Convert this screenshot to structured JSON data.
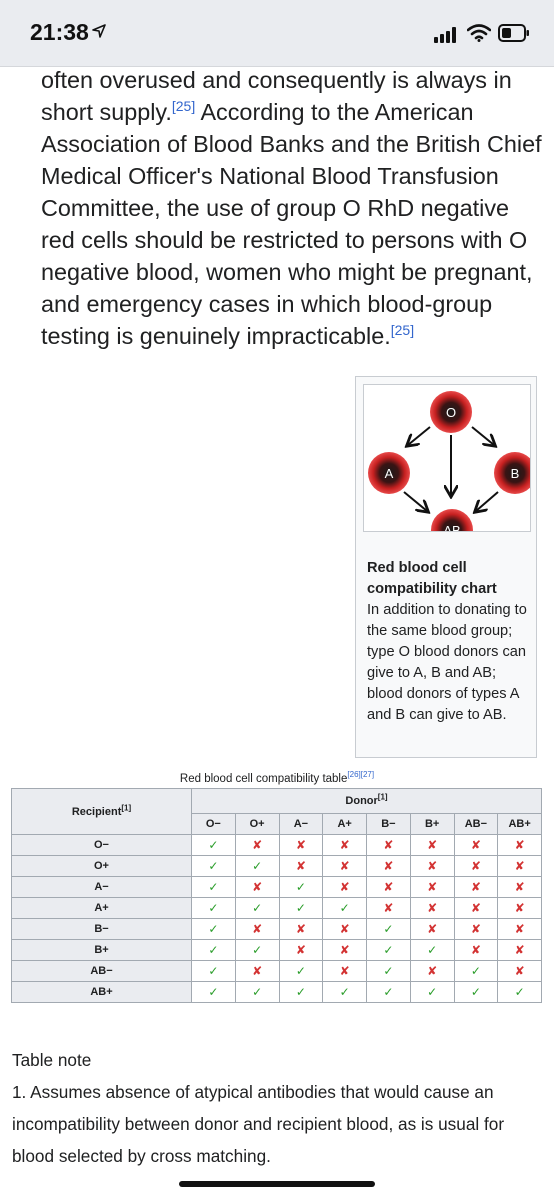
{
  "status_bar": {
    "time": "21:38",
    "icons": [
      "location-arrow-icon",
      "signal-icon",
      "wifi-icon",
      "battery-icon"
    ]
  },
  "article": {
    "p1": "often overused and consequently is always in short supply.",
    "ref1": "[25]",
    "p2": " According to the American Association of Blood Banks and the British Chief Medical Officer's National Blood Transfusion Committee, the use of group O RhD negative red cells should be restricted to persons with O negative blood, women who might be pregnant, and emergency cases in which blood-group testing is genuinely impracticable.",
    "ref2": "[25]"
  },
  "figure": {
    "nodes": {
      "top": "O",
      "left": "A",
      "right": "B",
      "bottom": "AB"
    },
    "title": "Red blood cell compatibility chart",
    "text": "In addition to donating to the same blood group; type O blood donors can give to A, B and AB; blood donors of types A and B can give to AB."
  },
  "table": {
    "caption": "Red blood cell compatibility table",
    "caption_refs": "[26][27]",
    "recipient_header": "Recipient",
    "recipient_ref": "[1]",
    "donor_header": "Donor",
    "donor_ref": "[1]",
    "donors": [
      "O−",
      "O+",
      "A−",
      "A+",
      "B−",
      "B+",
      "AB−",
      "AB+"
    ],
    "yes_symbol": "✓",
    "no_symbol": "✘",
    "colors": {
      "yes": "#2a9d2a",
      "no": "#d33333"
    },
    "rows": [
      {
        "recipient": "O−",
        "cells": [
          1,
          0,
          0,
          0,
          0,
          0,
          0,
          0
        ]
      },
      {
        "recipient": "O+",
        "cells": [
          1,
          1,
          0,
          0,
          0,
          0,
          0,
          0
        ]
      },
      {
        "recipient": "A−",
        "cells": [
          1,
          0,
          1,
          0,
          0,
          0,
          0,
          0
        ]
      },
      {
        "recipient": "A+",
        "cells": [
          1,
          1,
          1,
          1,
          0,
          0,
          0,
          0
        ]
      },
      {
        "recipient": "B−",
        "cells": [
          1,
          0,
          0,
          0,
          1,
          0,
          0,
          0
        ]
      },
      {
        "recipient": "B+",
        "cells": [
          1,
          1,
          0,
          0,
          1,
          1,
          0,
          0
        ]
      },
      {
        "recipient": "AB−",
        "cells": [
          1,
          0,
          1,
          0,
          1,
          0,
          1,
          0
        ]
      },
      {
        "recipient": "AB+",
        "cells": [
          1,
          1,
          1,
          1,
          1,
          1,
          1,
          1
        ]
      }
    ]
  },
  "note": {
    "title": "Table note",
    "item1": "1. Assumes absence of atypical antibodies that would cause an incompatibility between donor and recipient blood, as is usual for blood selected by cross matching."
  }
}
